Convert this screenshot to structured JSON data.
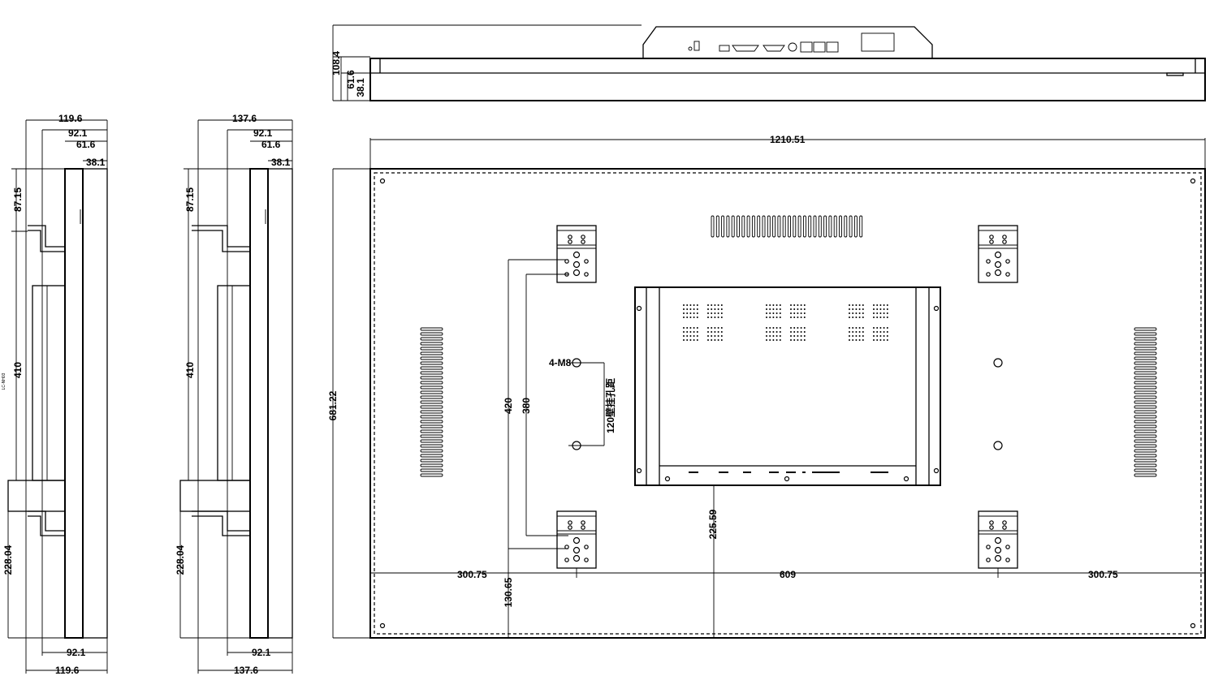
{
  "top_view": {
    "dims": {
      "total": "108.4",
      "mid": "61.6",
      "low": "38.1"
    }
  },
  "side_left": {
    "dims": {
      "w1": "119.6",
      "w2": "92.1",
      "w3": "61.6",
      "w4": "38.1",
      "h1": "87.15",
      "h2": "410",
      "h3": "228.04",
      "bottom1": "92.1",
      "bottom2": "119.6",
      "vertical_note": "LC-NH03 "
    }
  },
  "side_right": {
    "dims": {
      "w1": "137.6",
      "w2": "92.1",
      "w3": "61.6",
      "w4": "38.1",
      "h1": "87.15",
      "h2": "410",
      "h3": "228.04",
      "bottom1": "92.1",
      "bottom2": "137.6"
    }
  },
  "rear_view": {
    "dims": {
      "width": "1210.51",
      "height": "681.22",
      "left_offset": "300.75",
      "center_span": "609",
      "right_offset": "300.75",
      "h420": "420",
      "h380": "380",
      "h130": "130.65",
      "h225": "225.59"
    },
    "hole_label": "4-M8",
    "hole_spacing_note": "120壁挂孔距"
  }
}
